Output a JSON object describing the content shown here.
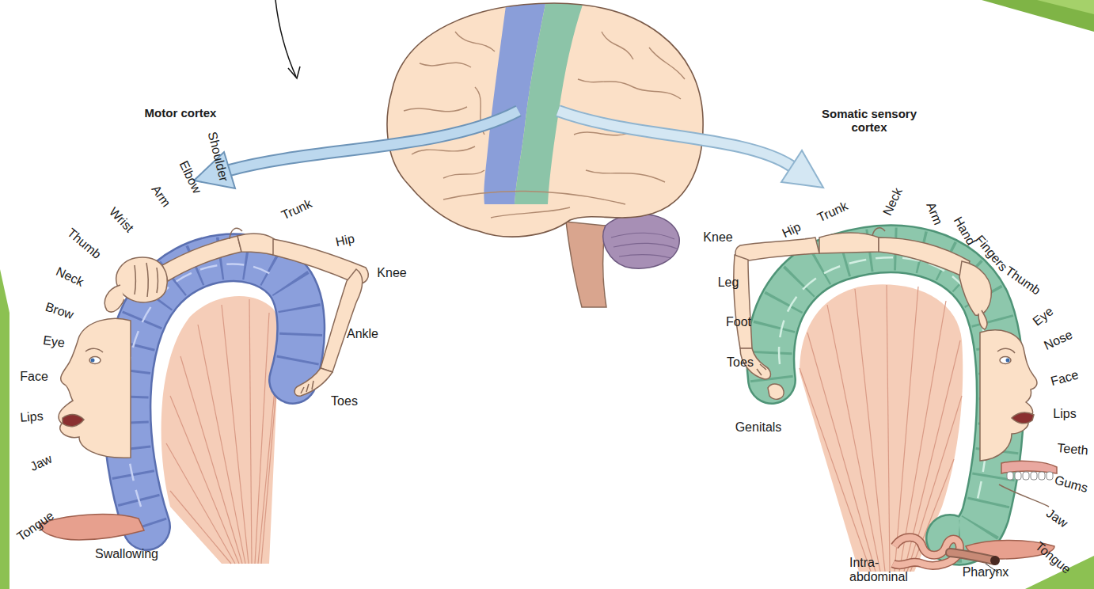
{
  "diagram": {
    "labels": [
      "Motor cortex",
      "Shoulder",
      "Elbow",
      "Arm",
      "Wrist",
      "Thumb",
      "Neck",
      "Brow",
      "Eye",
      "Face",
      "Lips",
      "Jaw",
      "Tongue",
      "Swallowing",
      "Trunk",
      "Hip",
      "Knee",
      "Ankle",
      "Toes",
      "Somatic sensory cortex",
      "Knee",
      "Hip",
      "Trunk",
      "Neck",
      "Arm",
      "Hand",
      "Fingers",
      "Thumb",
      "Eye",
      "Nose",
      "Face",
      "Lips",
      "Teeth",
      "Gums",
      "Jaw",
      "Tongue",
      "Leg",
      "Foot",
      "Toes",
      "Genitals",
      "Intra-abdominal",
      "Pharynx"
    ]
  }
}
